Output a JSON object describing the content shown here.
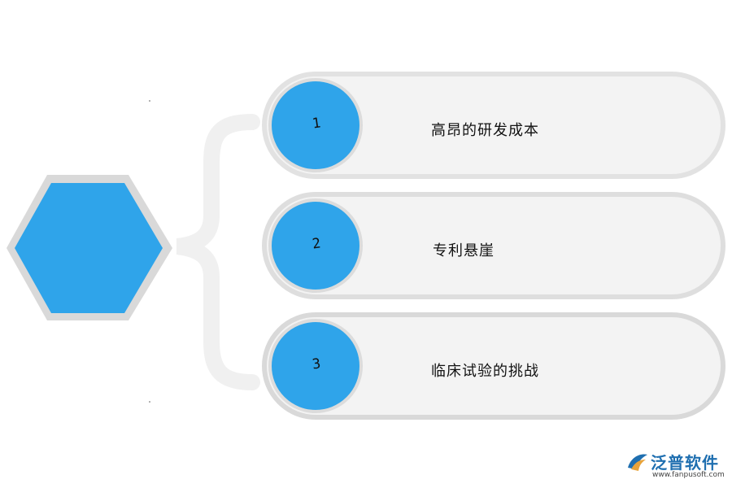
{
  "items": [
    {
      "number": "1",
      "label": "高昂的研发成本"
    },
    {
      "number": "2",
      "label": "专利悬崖"
    },
    {
      "number": "3",
      "label": "临床试验的挑战"
    }
  ],
  "logo": {
    "name": "泛普软件",
    "url": "www.fanpusoft.com"
  },
  "colors": {
    "accent": "#2fa4ea",
    "pill_bg": "#f3f3f3",
    "border": "#e0e0e0"
  }
}
